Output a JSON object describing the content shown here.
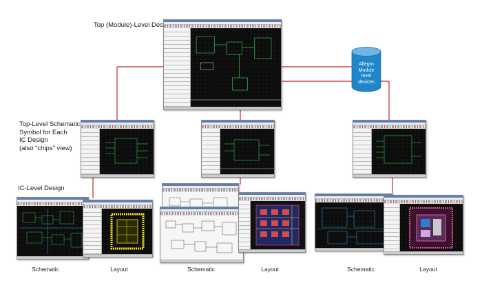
{
  "labels": {
    "top_level": "Top (Module)-Level Design",
    "symbol_line1": "Top-Level Schematic",
    "symbol_line2": "Symbol for Each",
    "symbol_line3": "IC Design",
    "symbol_line4": "(also “chips” view)",
    "ic_level": "IC-Level Design"
  },
  "database": {
    "lines": [
      "Allegro",
      "Module",
      "level",
      "devices"
    ]
  },
  "captions": {
    "c1": "Schematic",
    "c2": "Layout",
    "c3": "Schematic",
    "c4": "Layout",
    "c5": "Schematic",
    "c6": "Layout"
  },
  "colors": {
    "connector": "#c4232b",
    "database": "#1f87c9",
    "canvas": "#0d0d0d"
  }
}
